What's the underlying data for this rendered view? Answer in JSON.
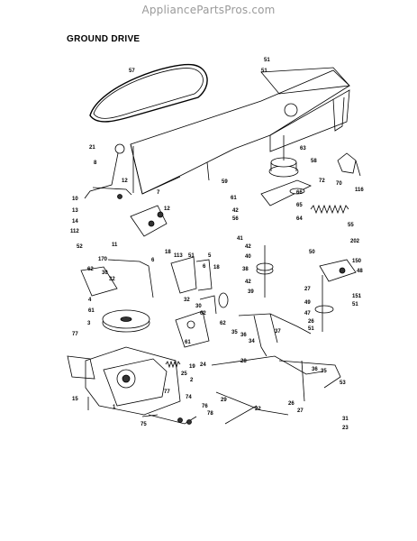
{
  "watermark": "AppliancePartsPros.com",
  "title": "GROUND DRIVE",
  "callouts": [
    {
      "id": "c57",
      "text": "57"
    },
    {
      "id": "c51a",
      "text": "51"
    },
    {
      "id": "c51b",
      "text": "51"
    },
    {
      "id": "c21",
      "text": "21"
    },
    {
      "id": "c8",
      "text": "8"
    },
    {
      "id": "c12a",
      "text": "12"
    },
    {
      "id": "c7",
      "text": "7"
    },
    {
      "id": "c10",
      "text": "10"
    },
    {
      "id": "c13",
      "text": "13"
    },
    {
      "id": "c14",
      "text": "14"
    },
    {
      "id": "c112",
      "text": "112"
    },
    {
      "id": "c12b",
      "text": "12"
    },
    {
      "id": "c63",
      "text": "63"
    },
    {
      "id": "c59",
      "text": "59"
    },
    {
      "id": "c61a",
      "text": "61"
    },
    {
      "id": "c42a",
      "text": "42"
    },
    {
      "id": "c56",
      "text": "56"
    },
    {
      "id": "c66",
      "text": "66"
    },
    {
      "id": "c65",
      "text": "65"
    },
    {
      "id": "c64",
      "text": "64"
    },
    {
      "id": "c58",
      "text": "58"
    },
    {
      "id": "c72",
      "text": "72"
    },
    {
      "id": "c70",
      "text": "70"
    },
    {
      "id": "c116",
      "text": "116"
    },
    {
      "id": "c55",
      "text": "55"
    },
    {
      "id": "c52a",
      "text": "52"
    },
    {
      "id": "c11",
      "text": "11"
    },
    {
      "id": "c18a",
      "text": "18"
    },
    {
      "id": "c113",
      "text": "113"
    },
    {
      "id": "c5",
      "text": "5"
    },
    {
      "id": "c41",
      "text": "41"
    },
    {
      "id": "c42b",
      "text": "42"
    },
    {
      "id": "c40",
      "text": "40"
    },
    {
      "id": "c50",
      "text": "50"
    },
    {
      "id": "c202",
      "text": "202"
    },
    {
      "id": "c170",
      "text": "170"
    },
    {
      "id": "c6a",
      "text": "6"
    },
    {
      "id": "c51c",
      "text": "51"
    },
    {
      "id": "c6b",
      "text": "6"
    },
    {
      "id": "c18b",
      "text": "18"
    },
    {
      "id": "c62a",
      "text": "62"
    },
    {
      "id": "c30a",
      "text": "30"
    },
    {
      "id": "c32a",
      "text": "32"
    },
    {
      "id": "c38",
      "text": "38"
    },
    {
      "id": "c150",
      "text": "150"
    },
    {
      "id": "c48",
      "text": "48"
    },
    {
      "id": "c42c",
      "text": "42"
    },
    {
      "id": "c39",
      "text": "39"
    },
    {
      "id": "c27a",
      "text": "27"
    },
    {
      "id": "c151",
      "text": "151"
    },
    {
      "id": "c51d",
      "text": "51"
    },
    {
      "id": "c61b",
      "text": "61"
    },
    {
      "id": "c32b",
      "text": "32"
    },
    {
      "id": "c30b",
      "text": "30"
    },
    {
      "id": "c49",
      "text": "49"
    },
    {
      "id": "c47",
      "text": "47"
    },
    {
      "id": "c26a",
      "text": "26"
    },
    {
      "id": "c51e",
      "text": "51"
    },
    {
      "id": "c4",
      "text": "4"
    },
    {
      "id": "c3",
      "text": "3"
    },
    {
      "id": "c62b",
      "text": "62"
    },
    {
      "id": "c62c",
      "text": "62"
    },
    {
      "id": "c35a",
      "text": "35"
    },
    {
      "id": "c36a",
      "text": "36"
    },
    {
      "id": "c34",
      "text": "34"
    },
    {
      "id": "c37",
      "text": "37"
    },
    {
      "id": "c61c",
      "text": "61"
    },
    {
      "id": "c77a",
      "text": "77"
    },
    {
      "id": "c19",
      "text": "19"
    },
    {
      "id": "c24",
      "text": "24"
    },
    {
      "id": "c25",
      "text": "25"
    },
    {
      "id": "c2",
      "text": "2"
    },
    {
      "id": "c28",
      "text": "28"
    },
    {
      "id": "c36b",
      "text": "36"
    },
    {
      "id": "c35b",
      "text": "35"
    },
    {
      "id": "c53",
      "text": "53"
    },
    {
      "id": "c15",
      "text": "15"
    },
    {
      "id": "c1",
      "text": "1"
    },
    {
      "id": "c77b",
      "text": "77"
    },
    {
      "id": "c74",
      "text": "74"
    },
    {
      "id": "c76",
      "text": "76"
    },
    {
      "id": "c78",
      "text": "78"
    },
    {
      "id": "c75",
      "text": "75"
    },
    {
      "id": "c29",
      "text": "29"
    },
    {
      "id": "c22",
      "text": "22"
    },
    {
      "id": "c26b",
      "text": "26"
    },
    {
      "id": "c27b",
      "text": "27"
    },
    {
      "id": "c31",
      "text": "31"
    },
    {
      "id": "c23",
      "text": "23"
    }
  ]
}
